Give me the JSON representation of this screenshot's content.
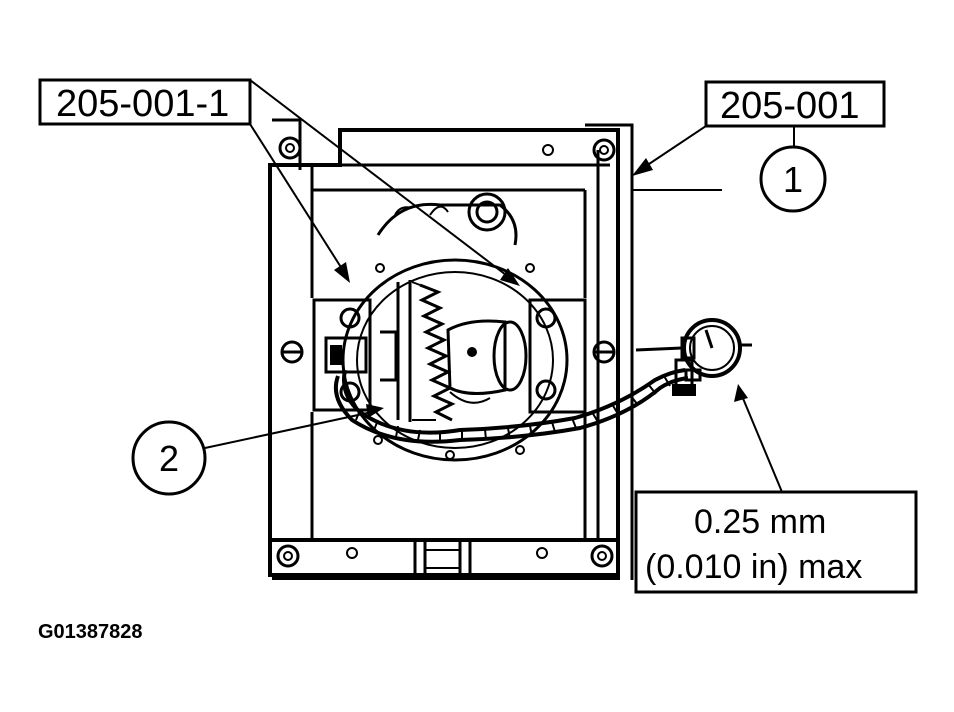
{
  "labels": {
    "tool_bracket": "205-001-1",
    "tool_indicator": "205-001",
    "callout_1": "1",
    "callout_2": "2",
    "spec_line1": "0.25 mm",
    "spec_line2": "(0.010 in) max",
    "figure_id": "G01387828"
  }
}
